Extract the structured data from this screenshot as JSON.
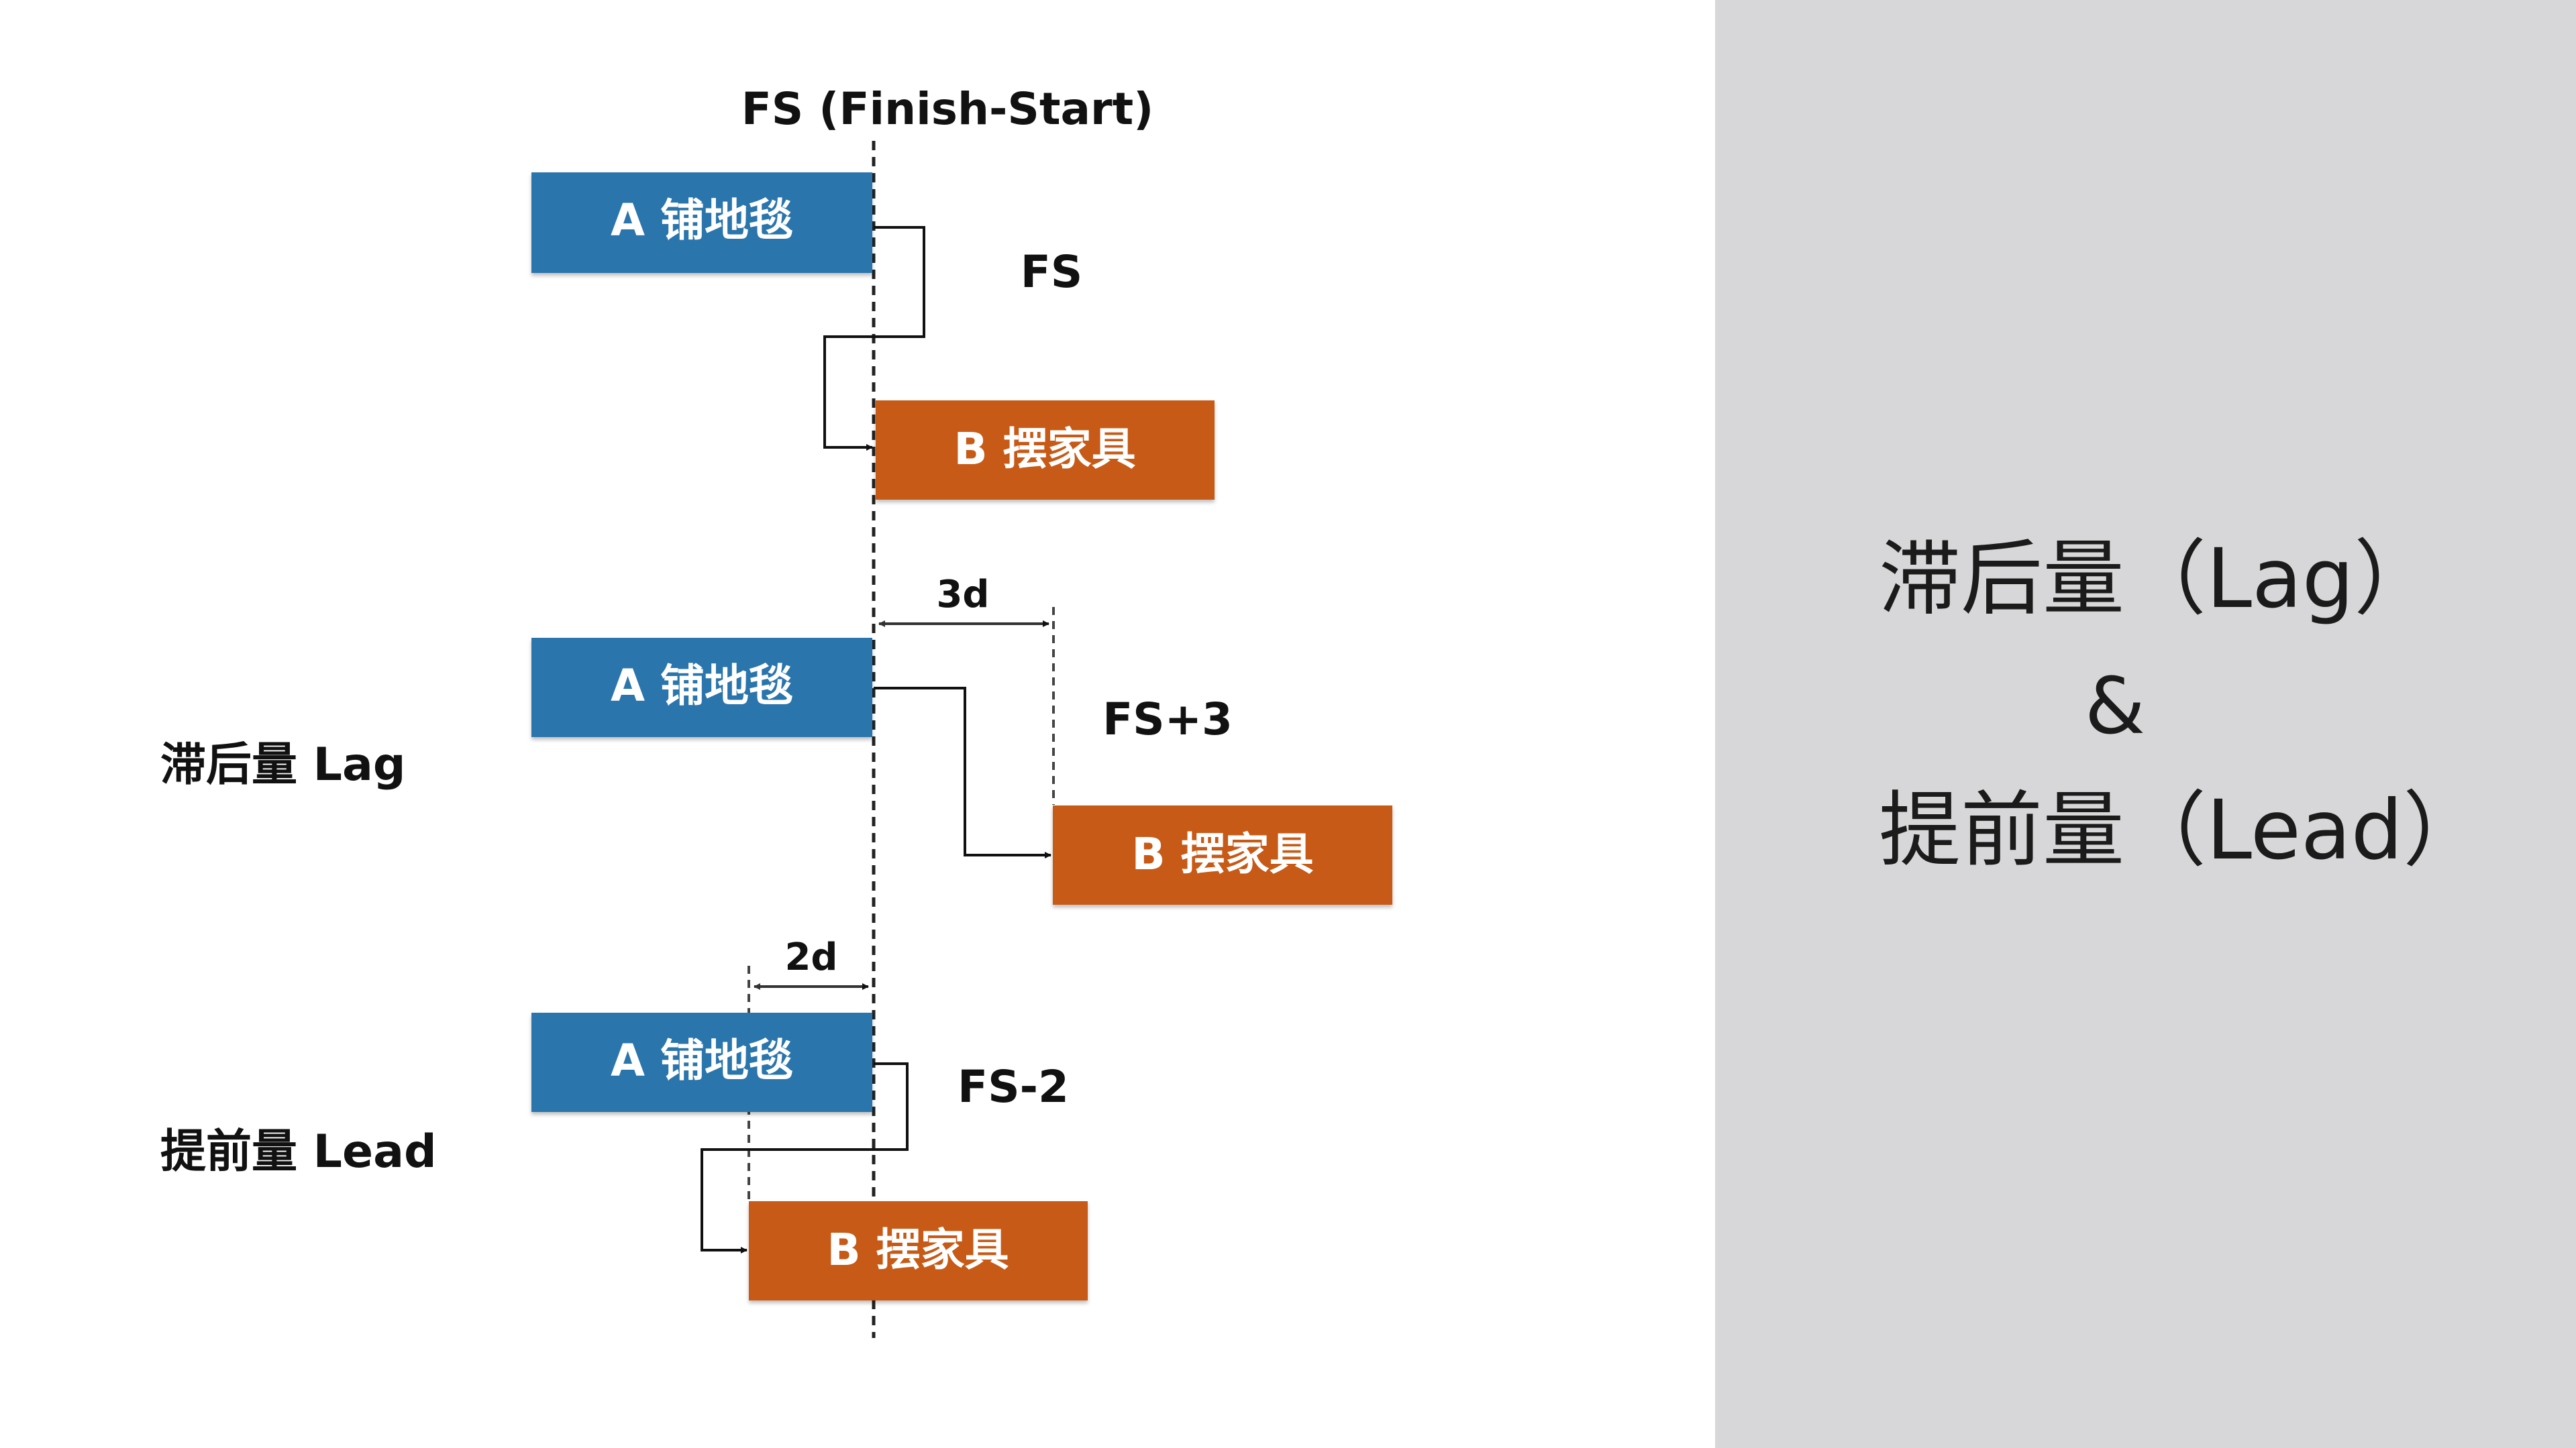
{
  "diagram": {
    "title": "FS (Finish-Start)",
    "colors": {
      "task_a": "#2b75ac",
      "task_b": "#c65a14",
      "panel": "#d7d7d9"
    },
    "task_a_label": "A 铺地毯",
    "task_b_label": "B 摆家具",
    "row1": {
      "relation": "FS"
    },
    "row2": {
      "side_label": "滞后量 Lag",
      "offset": "3d",
      "relation": "FS+3"
    },
    "row3": {
      "side_label": "提前量 Lead",
      "offset": "2d",
      "relation": "FS-2"
    }
  },
  "panel": {
    "line1": "滞后量（Lag）",
    "line2": "&",
    "line3": "提前量（Lead）"
  }
}
